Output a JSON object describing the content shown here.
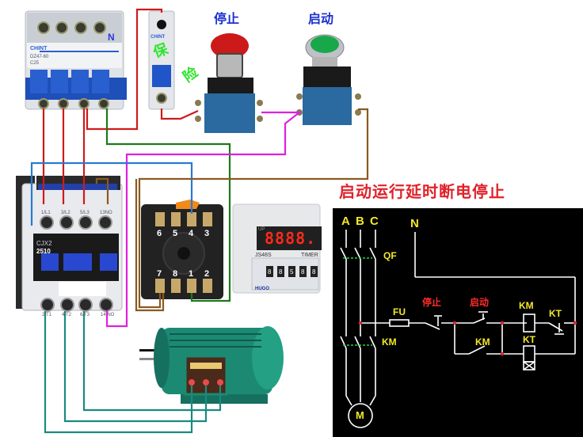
{
  "title": "启动运行延时断电停止",
  "buttons": {
    "stop_label": "停止",
    "start_label": "启动",
    "stop_color": "#d81f1f",
    "start_color": "#19b35a"
  },
  "breaker_4p": {
    "brand": "CHINT",
    "model": "DZ47-60",
    "rating": "C25",
    "neutral_label": "N"
  },
  "breaker_1p": {
    "brand": "CHINT",
    "handwritten_marks": [
      "保",
      "险"
    ]
  },
  "contactor": {
    "model_line1": "CJX2",
    "model_line2": "2510",
    "top_terminals": [
      "1/L1",
      "3/L2",
      "5/L3",
      "13NO"
    ],
    "bottom_terminals": [
      "2/T1",
      "4/T2",
      "6/T3",
      "14 NO"
    ]
  },
  "relay_socket": {
    "top_terminals": [
      "6",
      "5",
      "4",
      "3"
    ],
    "bottom_terminals": [
      "7",
      "8",
      "1",
      "2"
    ]
  },
  "timer": {
    "display": "8888.",
    "model": "JS48S",
    "type": "TIMER",
    "brand": "HUGO",
    "dial_digits": [
      "8",
      "8",
      "5",
      "8",
      "8"
    ],
    "up_label": "UP"
  },
  "motor": {
    "color": "#1c8a72"
  },
  "schematic": {
    "phases": [
      "A",
      "B",
      "C"
    ],
    "neutral": "N",
    "qf_label": "QF",
    "km_main_label": "KM",
    "fu_label": "FU",
    "stop_label": "停止",
    "start_label": "启动",
    "km_coil_label": "KM",
    "kt_contact_label": "KT",
    "km_aux_label": "KM",
    "kt_coil_label": "KT",
    "motor_label": "M"
  },
  "wire_colors": {
    "red": "#d01a1a",
    "green": "#1a7a1a",
    "blue": "#2a7ad0",
    "magenta": "#e020e0",
    "brown": "#8a5a20",
    "teal": "#1a8a80"
  }
}
